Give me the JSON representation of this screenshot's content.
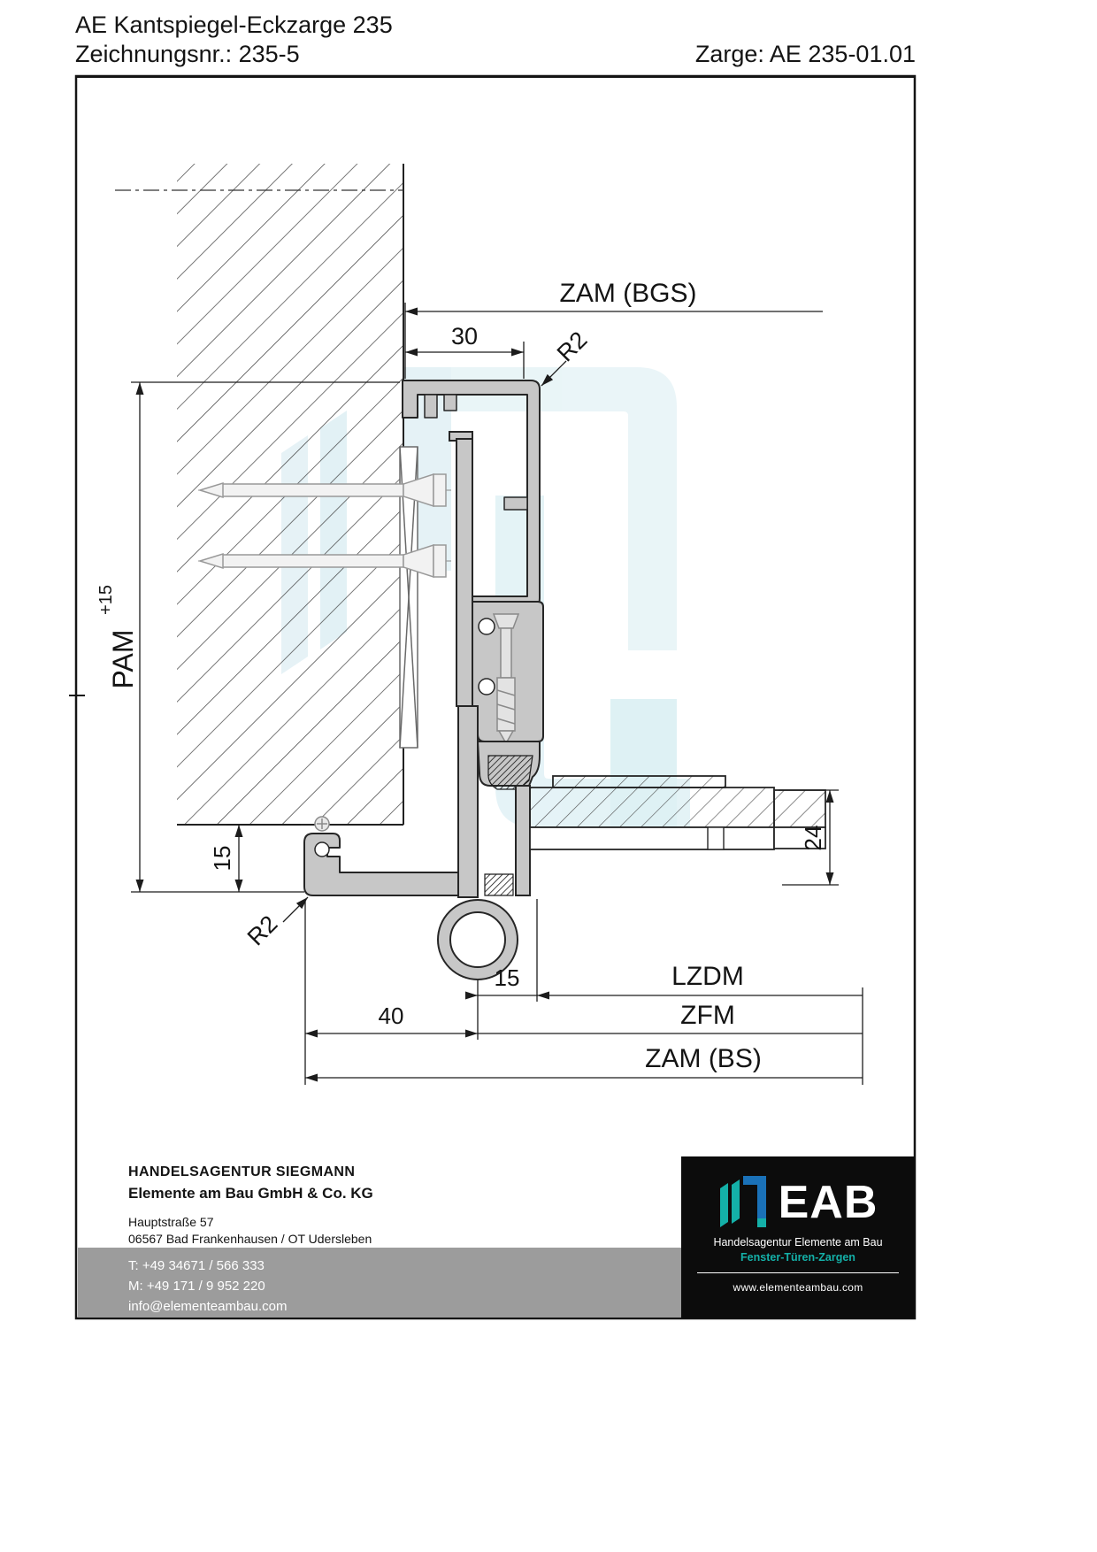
{
  "header": {
    "title": "AE Kantspiegel-Eckzarge 235",
    "drawing_no": "Zeichnungsnr.: 235-5",
    "zarge": "Zarge: AE 235-01.01"
  },
  "dimensions": {
    "zam_bgs": "ZAM (BGS)",
    "dim_30": "30",
    "r2_top": "R2",
    "pam": "PAM",
    "pam_tol": "+15",
    "dim_15_left": "15",
    "r2_bottom": "R2",
    "dim_24": "24",
    "dim_15_bottom": "15",
    "lzdm": "LZDM",
    "dim_40": "40",
    "zfm": "ZFM",
    "zam_bs": "ZAM (BS)"
  },
  "footer": {
    "company_line1": "HANDELSAGENTUR SIEGMANN",
    "company_line2": "Elemente am Bau GmbH & Co. KG",
    "address_line1": "Hauptstraße 57",
    "address_line2": "06567 Bad Frankenhausen / OT Udersleben",
    "phone": "T: +49 34671 / 566 333",
    "mobile": "M: +49 171 / 9 952 220",
    "email": "info@elementeambau.com",
    "logo_text": "EAB",
    "logo_sub1": "Handelsagentur Elemente am Bau",
    "logo_sub2": "Fenster-Türen-Zargen",
    "logo_web": "www.elementeambau.com"
  },
  "colors": {
    "accent_teal": "#14b0a8",
    "accent_blue": "#1a71b8",
    "footer_gray": "#9c9c9c",
    "profile_fill": "#c7c7c7",
    "line": "#1c1c1c",
    "watermark": "#d5ebf1"
  }
}
